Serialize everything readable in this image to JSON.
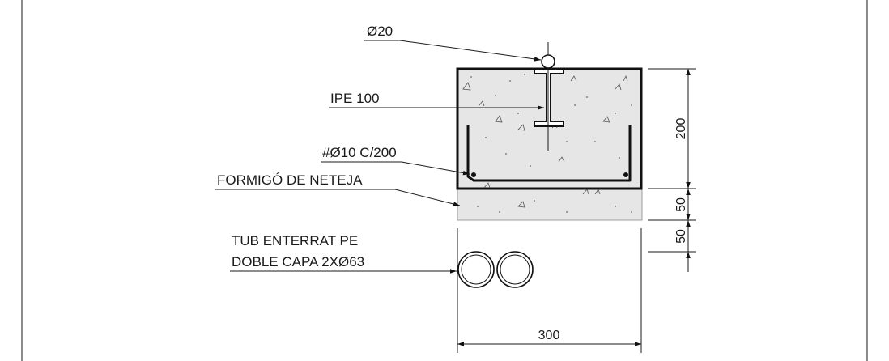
{
  "labels": {
    "bar_diameter": "Ø20",
    "beam": "IPE 100",
    "mesh": "#Ø10 C/200",
    "blinding": "FORMIGÓ DE NETEJA",
    "pipe_line1": "TUB ENTERRAT PE",
    "pipe_line2": "DOBLE CAPA 2XØ63"
  },
  "dimensions": {
    "height_block": "200",
    "height_blinding": "50",
    "height_pipe_cover": "50",
    "width": "300"
  }
}
